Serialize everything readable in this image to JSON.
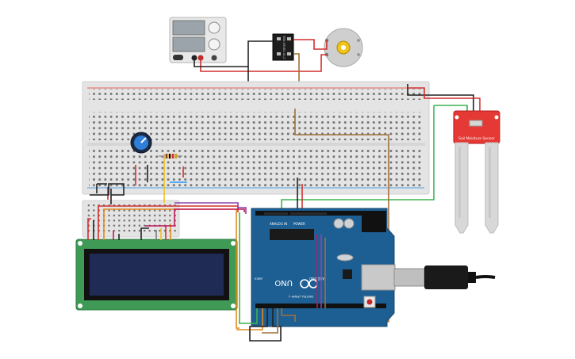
{
  "psu": {
    "display_top": "",
    "display_bottom": ""
  },
  "relay": {
    "label": "SRD-05VDC-SL-C"
  },
  "sensor": {
    "label": "Soil Moisture Sensor"
  },
  "arduino": {
    "brand": "UNO",
    "logo_text": "ARDUINO",
    "power_label": "POWER",
    "analog_label": "ANALOG IN",
    "digital_label": "DIGITAL (PWM~)",
    "ioref_label": "IOREF"
  },
  "wire_colors": {
    "red": "#d32f2f",
    "black": "#222222",
    "green": "#3fb34f",
    "brown": "#a0703c",
    "orange": "#e08a1e",
    "yellow": "#f2c21b",
    "blue": "#2196f3",
    "magenta": "#c2185b",
    "purple": "#8e44ad",
    "gray": "#7a7a7a"
  }
}
